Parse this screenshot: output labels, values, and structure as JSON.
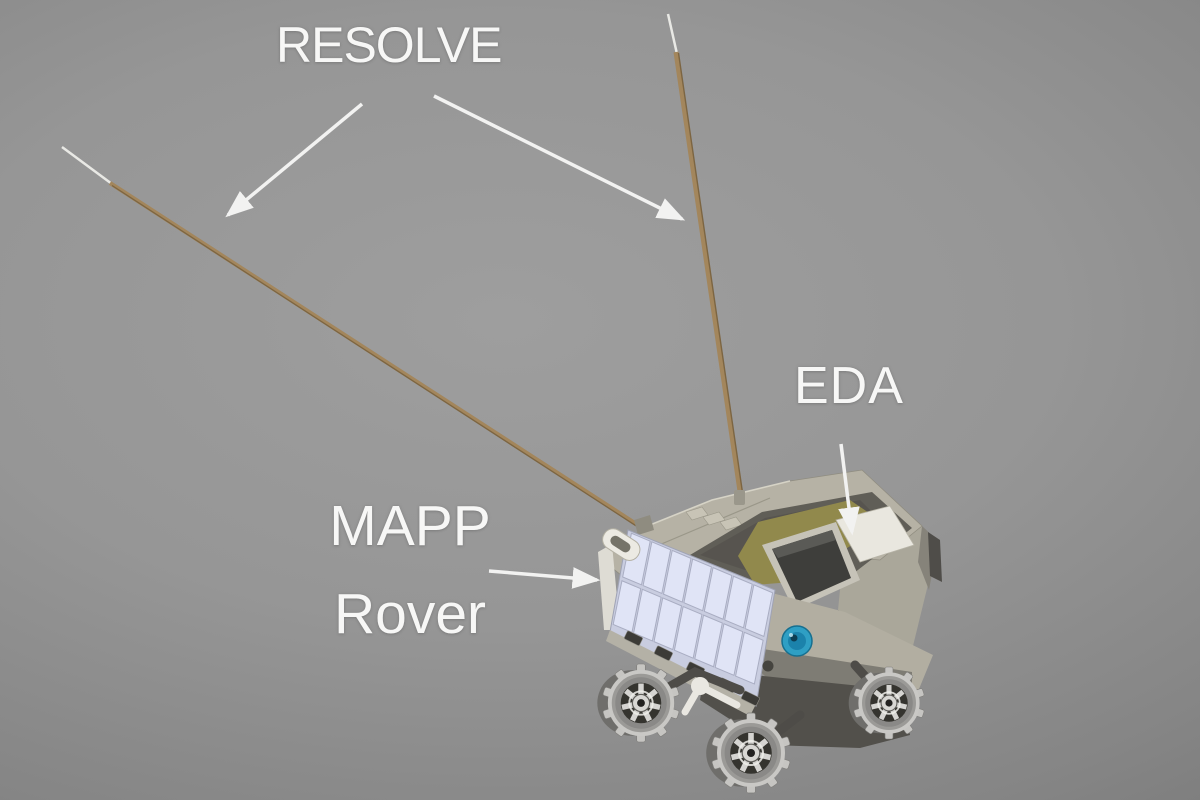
{
  "diagram": {
    "labels": {
      "resolve": "RESOLVE",
      "eda": "EDA",
      "mapp_line1": "MAPP",
      "mapp_line2": "Rover"
    },
    "colors": {
      "background_center": "#9c9c9c",
      "background_edge": "#737373",
      "label_text": "#f7f7f6",
      "arrow": "#f2f2f1",
      "antenna_rod": "#a3865c",
      "antenna_tip": "#e9e9e5",
      "rover_deck": "#b6b2a5",
      "rover_right_face": "#aaa79a",
      "rover_recess": "#605e57",
      "eda_trim_olive": "#91894c",
      "eda_window": "#3e3e3b",
      "eda_door": "#e9e7df",
      "solar_cell": "#e0e4f6",
      "camera_lens": "#2f9fc4",
      "wheel_metal": "#9b9a97",
      "wheel_hub_dark": "#35342f",
      "chassis_dark": "#52504b"
    }
  }
}
